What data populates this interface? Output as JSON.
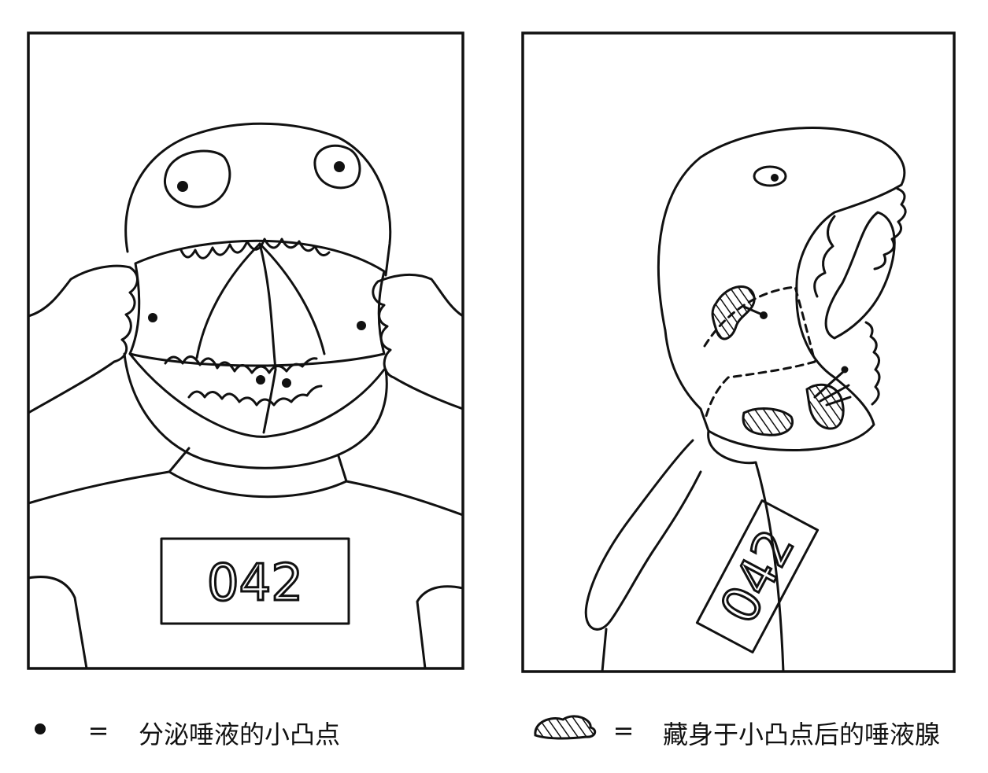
{
  "panel_left": {
    "number_tag": "042"
  },
  "panel_right": {
    "number_tag": "042"
  },
  "legend": {
    "dot": {
      "equals": "=",
      "text": "分泌唾液的小凸点"
    },
    "gland": {
      "equals": "=",
      "text": "藏身于小凸点后的唾液腺"
    }
  },
  "colors": {
    "ink": "#111111",
    "paper": "#ffffff"
  },
  "icons": {
    "dot": "filled-dot-icon",
    "gland": "hatched-gland-icon"
  }
}
